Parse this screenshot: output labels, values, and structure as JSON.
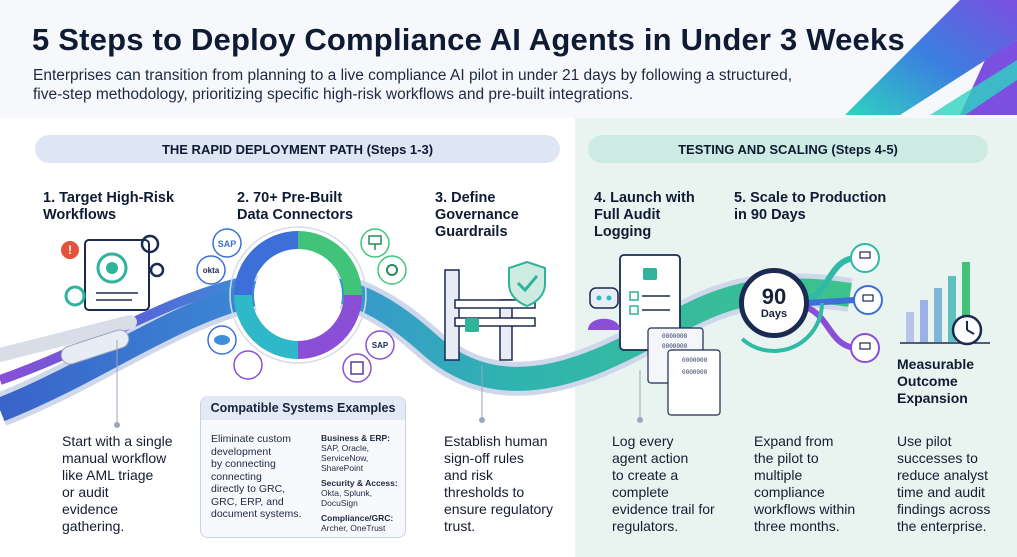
{
  "header": {
    "title": "5 Steps to Deploy Compliance AI Agents in Under 3 Weeks",
    "subtitle": "Enterprises can transition from planning to a live compliance AI pilot in under 21 days by following a structured, five-step methodology, prioritizing specific high-risk workflows and pre-built integrations."
  },
  "phases": {
    "rapid": "THE RAPID DEPLOYMENT PATH (Steps 1-3)",
    "testing": "TESTING AND SCALING (Steps 4-5)"
  },
  "steps": [
    {
      "title": "1.  Target High-Risk\n     Workflows",
      "desc": "Start with a single\nmanual workflow\nlike AML triage\nor audit\nevidence\ngathering."
    },
    {
      "title": "2.  70+ Pre-Built\n     Data Connectors",
      "desc": ""
    },
    {
      "title": "3.  Define\n     Governance\n     Guardrails",
      "desc": "Establish human\nsign-off rules\nand risk\nthresholds to\nensure regulatory\ntrust."
    },
    {
      "title": "4.  Launch with\n     Full Audit\n     Logging",
      "desc": "Log every\nagent action\nto create a\ncomplete\nevidence trail for\nregulators."
    },
    {
      "title": "5.  Scale to Production\n     in 90 Days",
      "desc": "Expand from\nthe pilot to\nmultiple\ncompliance\nworkflows within\nthree months."
    }
  ],
  "outcome": {
    "title": "Measurable\nOutcome\nExpansion",
    "desc": "Use pilot\nsuccesses to\nreduce analyst\ntime and audit\nfindings across\nthe enterprise."
  },
  "systems_box": {
    "title": "Compatible Systems Examples",
    "desc": "Eliminate custom\ndevelopment\nby connecting\nconnecting\ndirectly to GRC,\nGRC, ERP, and\ndocument systems.",
    "groups": [
      {
        "heading": "Business & ERP:",
        "items": "SAP, Oracle, ServiceNow, SharePoint"
      },
      {
        "heading": "Security & Access:",
        "items": "Okta, Splunk, DocuSign"
      },
      {
        "heading": "Compliance/GRC:",
        "items": "Archer, OneTrust"
      }
    ]
  },
  "badge": {
    "number": "90",
    "unit": "Days"
  },
  "connector_logos": [
    "SAP",
    "okta",
    "SAP"
  ],
  "log_lines": [
    "0000000",
    "0000000",
    "0000000",
    "0000000"
  ],
  "colors": {
    "blue": "#3c6fd8",
    "teal": "#2fb9a6",
    "green": "#41c47a",
    "purple": "#8a4fd6",
    "navy": "#1a2a52"
  }
}
